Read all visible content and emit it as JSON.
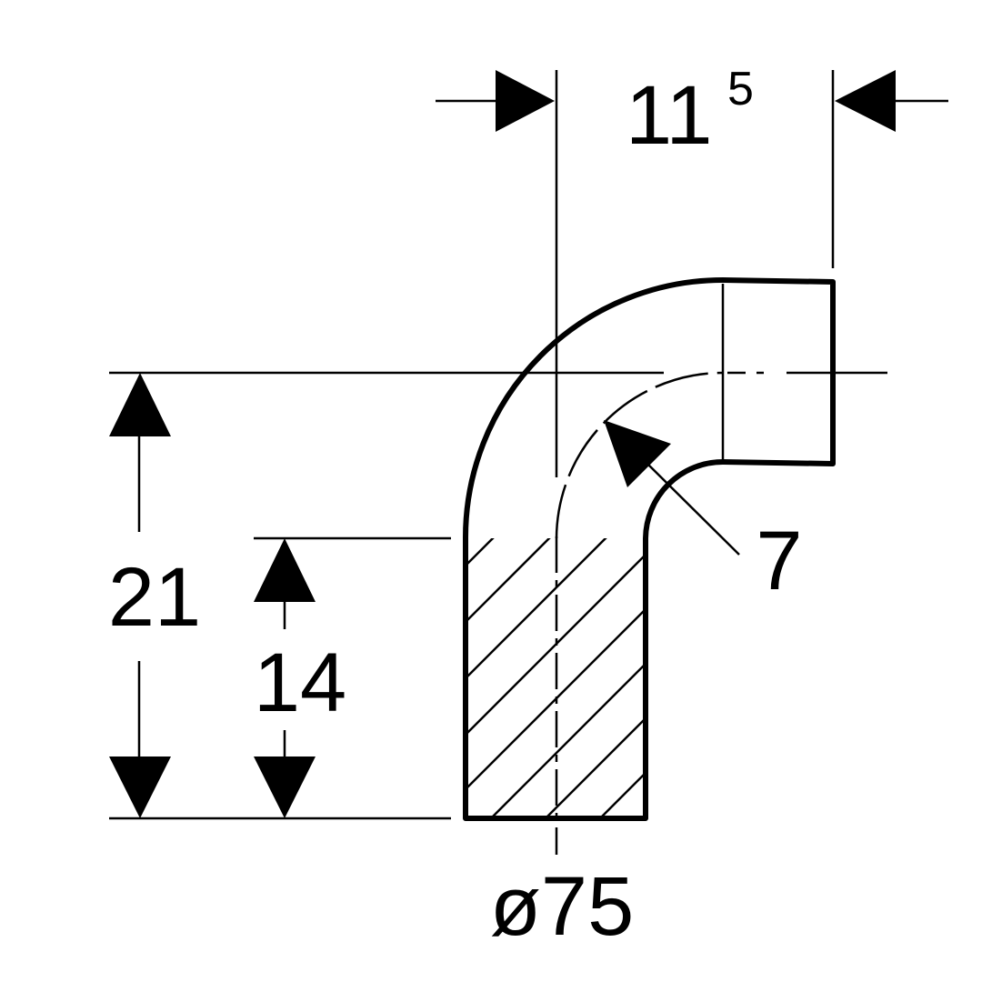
{
  "dimensions": {
    "top_width_main": "11",
    "top_width_sup": "5",
    "total_height": "21",
    "straight_height": "14",
    "bend_radius": "7",
    "diameter": "ø75"
  },
  "colors": {
    "line": "#000000",
    "background": "#ffffff"
  }
}
